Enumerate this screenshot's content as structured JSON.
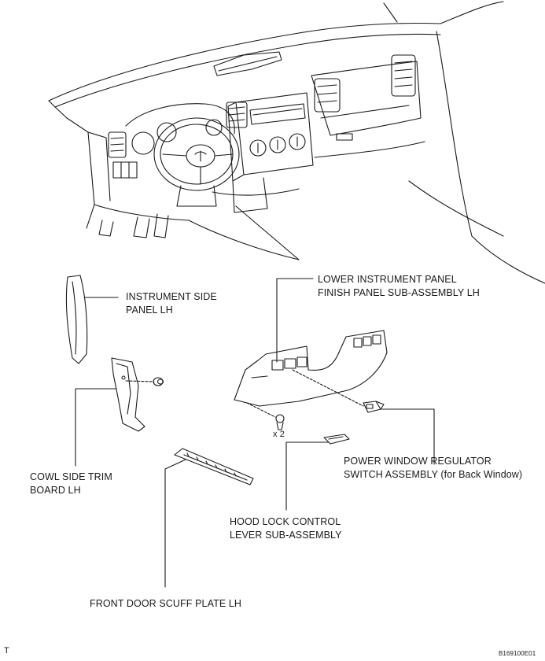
{
  "labels": {
    "lower_panel": {
      "line1": "LOWER INSTRUMENT PANEL",
      "line2": "FINISH PANEL SUB-ASSEMBLY LH"
    },
    "side_panel": {
      "line1": "INSTRUMENT SIDE",
      "line2": "PANEL LH"
    },
    "cowl_trim": {
      "line1": "COWL SIDE TRIM",
      "line2": "BOARD LH"
    },
    "power_window": {
      "line1": "POWER WINDOW REGULATOR",
      "line2": "SWITCH ASSEMBLY (for Back Window)"
    },
    "hood_lock": {
      "line1": "HOOD LOCK CONTROL",
      "line2": "LEVER SUB-ASSEMBLY"
    },
    "scuff_plate": {
      "line1": "FRONT DOOR SCUFF PLATE LH"
    },
    "clip_quantity": "x 2"
  },
  "footer": {
    "left_mark": "T",
    "figure_code": "B169100E01"
  },
  "colors": {
    "line": "#1a1a1a",
    "background": "#ffffff"
  }
}
